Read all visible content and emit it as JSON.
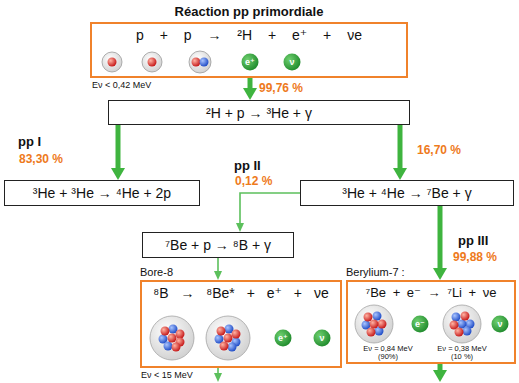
{
  "diagram": {
    "nodes": [
      {
        "text": [
          "Réaction pp primordiale",
          "p + p → ²H + e⁺ + νe"
        ]
      },
      {
        "text": [
          "²H + p → ³He + γ"
        ]
      },
      {
        "text": [
          "³He + ³He → ⁴He + 2p"
        ]
      },
      {
        "text": [
          "³He + ⁴He → ⁷Be + γ"
        ]
      },
      {
        "text": [
          "⁷Be + p → ⁸B + γ"
        ]
      },
      {
        "text": [
          "Bore-8",
          "⁸B → ⁸Be* + e⁺ + νe"
        ]
      },
      {
        "text": [
          "Berylium-7 :",
          "⁷Be + e⁻ → ⁷Li + νe",
          "Eν = 0,84 MeV (90%)",
          "Eν = 0,38 MeV (10 %)"
        ]
      }
    ],
    "edges": [
      {
        "from": 0,
        "to": 1,
        "arrow": "to",
        "label": "99,76 %"
      },
      {
        "from": 1,
        "to": 2,
        "arrow": "to",
        "label": "83,30 %"
      },
      {
        "from": 1,
        "to": 3,
        "arrow": "to",
        "label": "16,70 %"
      },
      {
        "from": 3,
        "to": 4,
        "arrow": "to",
        "label": "0,12 %"
      },
      {
        "from": 3,
        "to": 6,
        "arrow": "to",
        "label": "99,88 %"
      },
      {
        "from": 4,
        "to": 5,
        "arrow": "to"
      }
    ],
    "labels": [
      "Eν < 0,42 MeV",
      "pp I",
      "pp II",
      "pp III",
      "Eν < 15 MeV",
      "e⁺",
      "ν",
      "e⁺",
      "ν",
      "e⁻",
      "ν"
    ]
  }
}
